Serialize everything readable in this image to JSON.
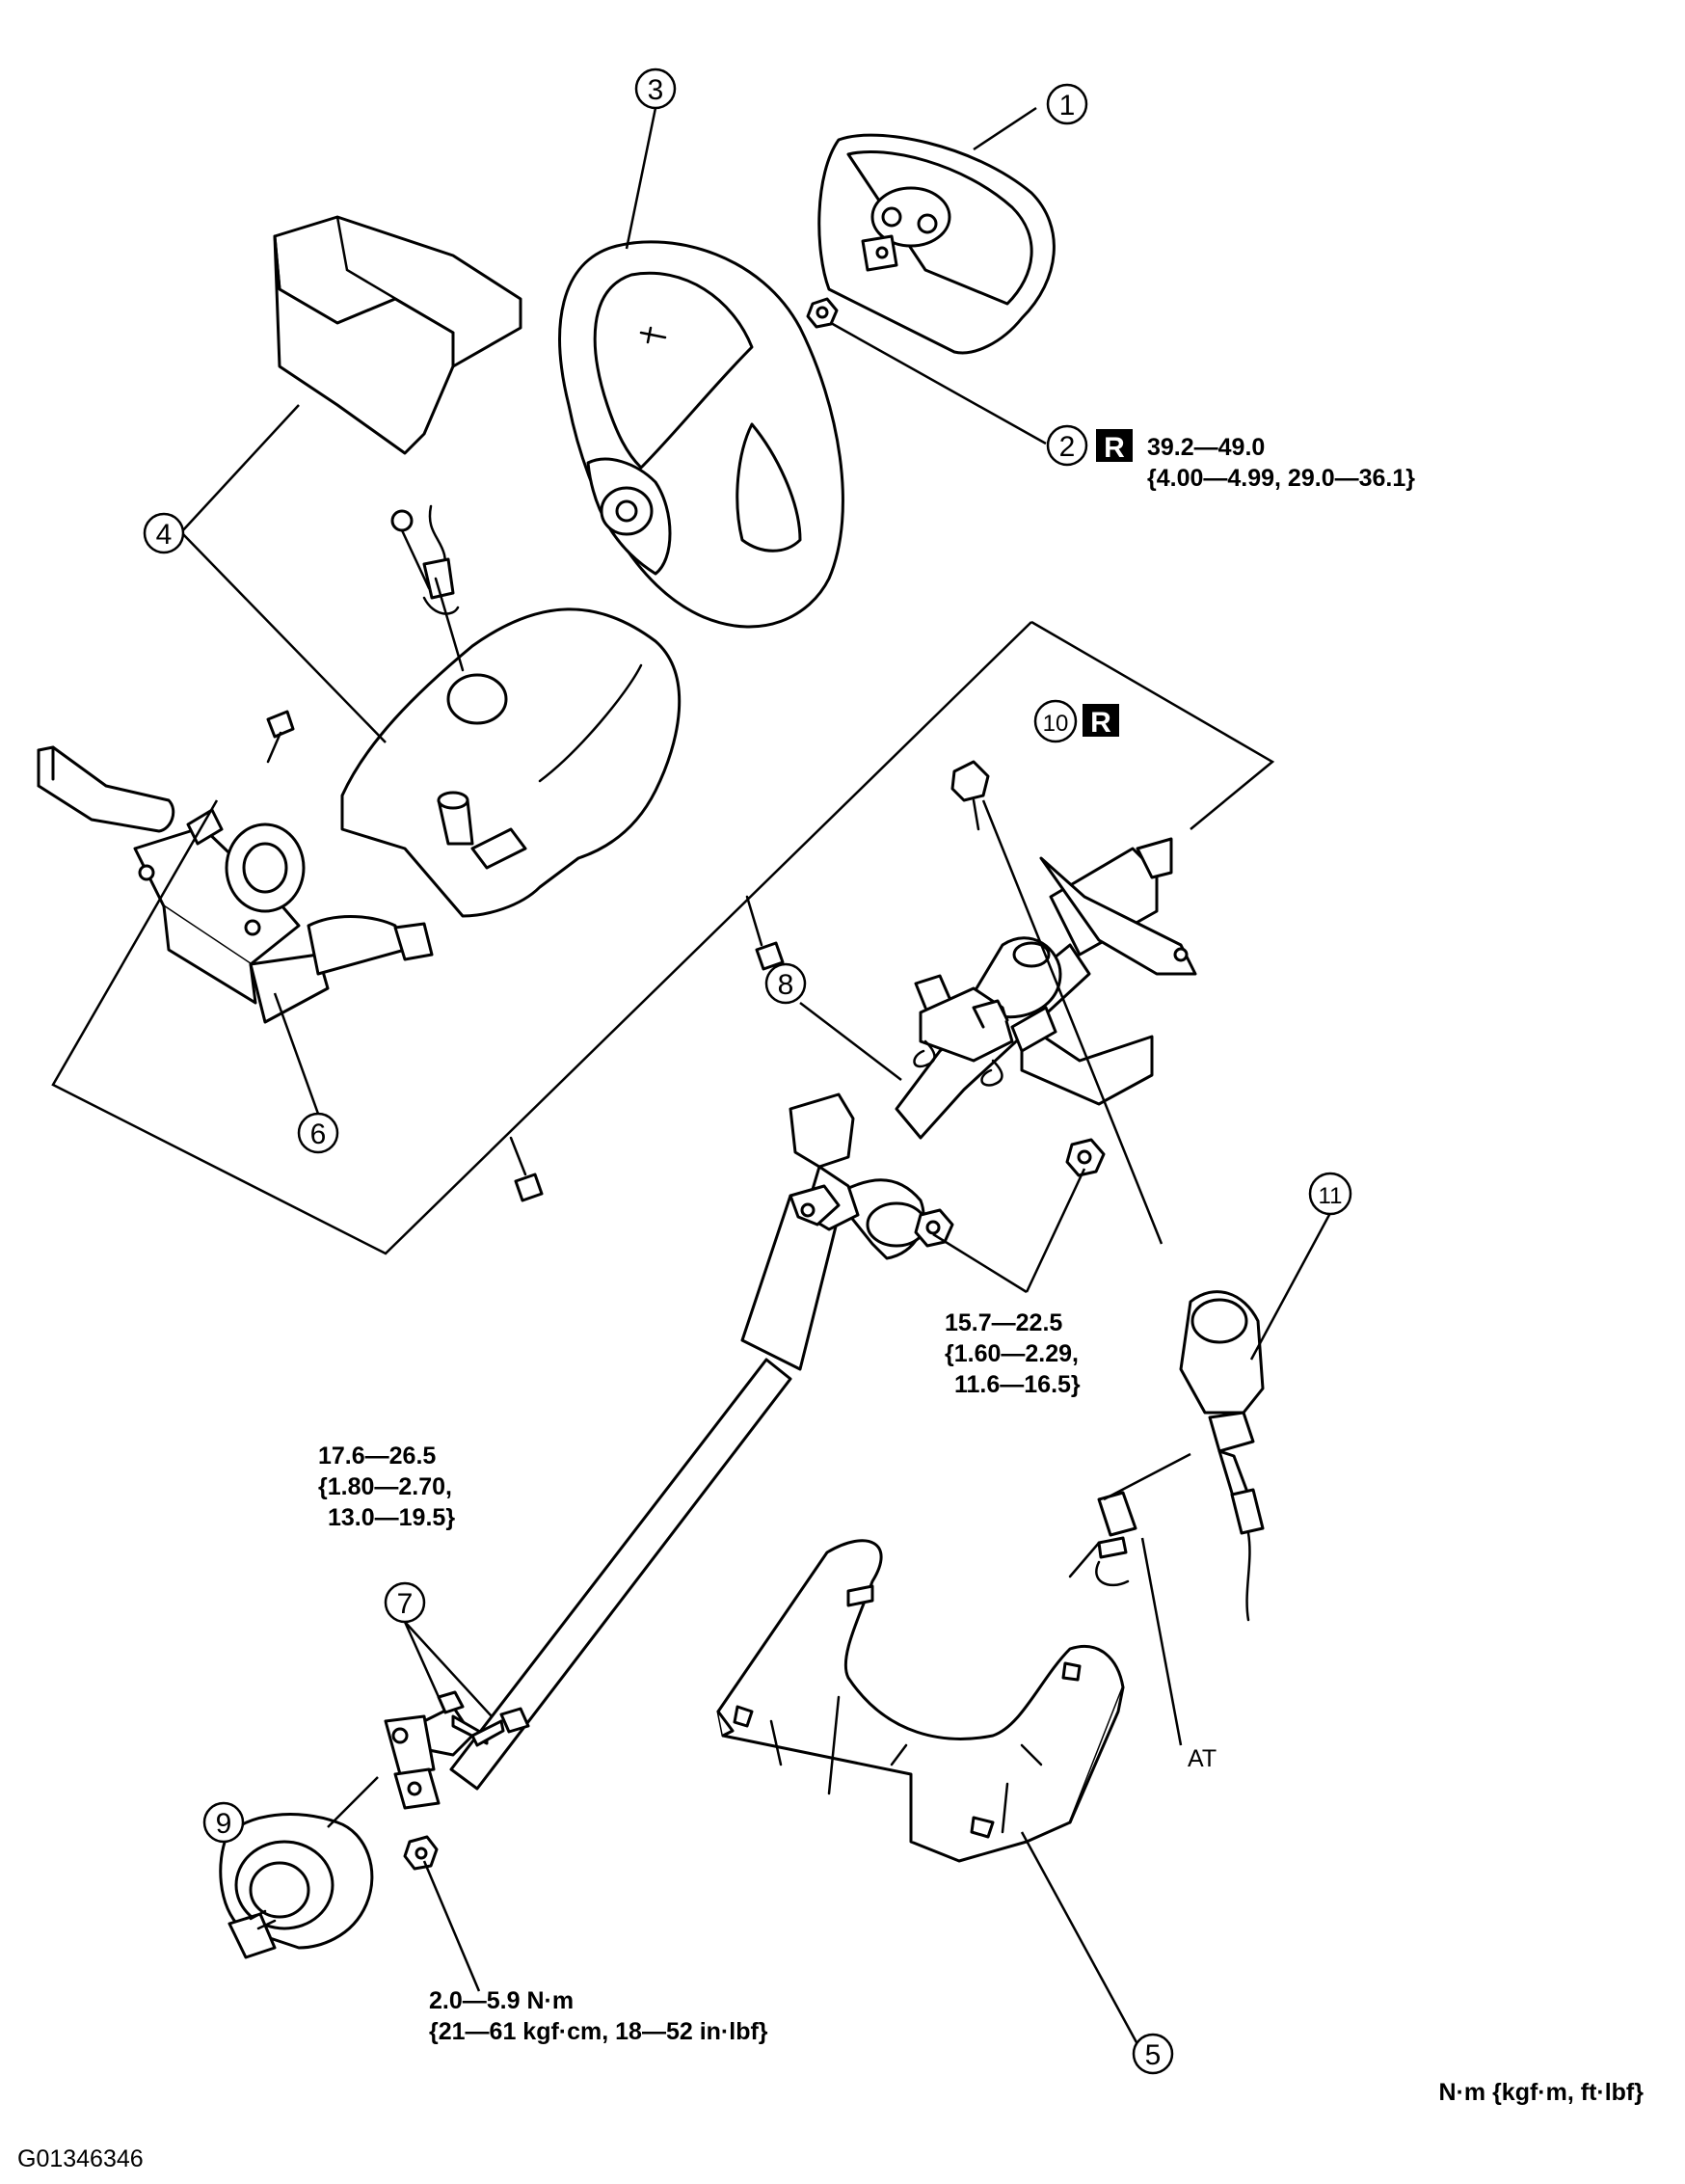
{
  "callouts": [
    "1",
    "2",
    "3",
    "4",
    "5",
    "6",
    "7",
    "8",
    "9",
    "10",
    "11"
  ],
  "replace_mark": "R",
  "torque_specs": {
    "nut_2": {
      "line1": "39.2—49.0",
      "line2": "{4.00—4.99, 29.0—36.1}"
    },
    "column_nuts": {
      "line1": "15.7—22.5",
      "line2": "{1.60—2.29,",
      "line3": "11.6—16.5}"
    },
    "joint_bolts_7": {
      "line1": "17.6—26.5",
      "line2": "{1.80—2.70,",
      "line3": "13.0—19.5}"
    },
    "boot_nut_9": {
      "line1": "2.0—5.9 N·m",
      "line2": "{21—61 kgf·cm, 18—52 in·lbf}"
    }
  },
  "labels": {
    "at": "AT"
  },
  "units_note": "N·m {kgf·m, ft·lbf}",
  "figure_id": "G01346346"
}
